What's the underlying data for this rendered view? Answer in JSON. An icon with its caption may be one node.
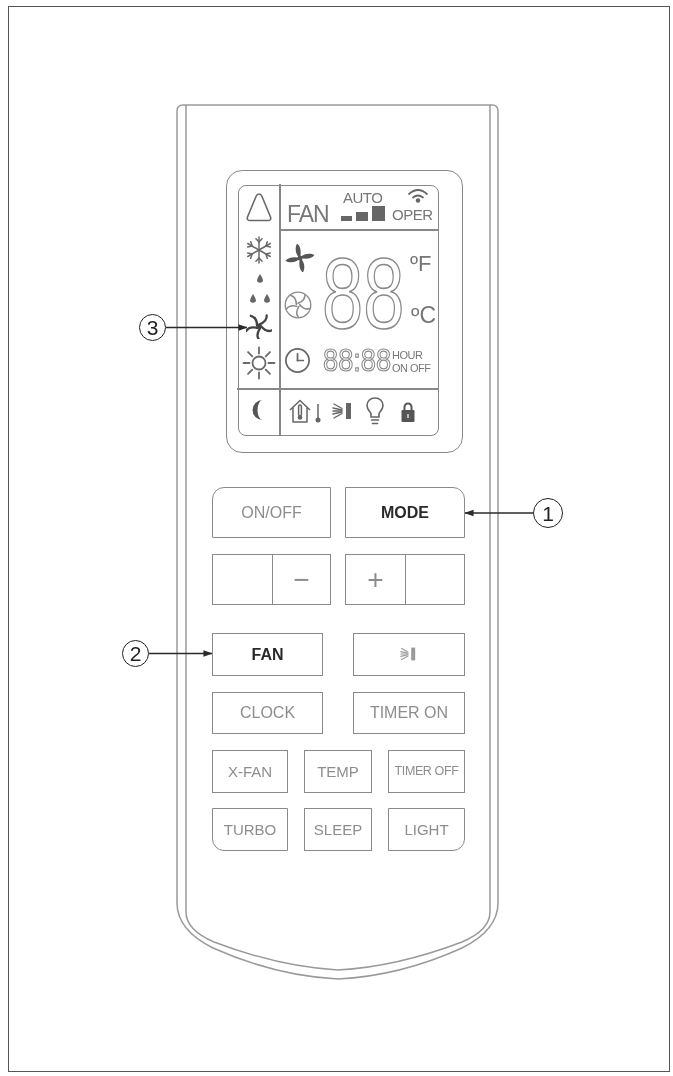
{
  "diagram": {
    "nodes": [
      {
        "text": [
          "FAN",
          "AUTO",
          "OPER",
          "88",
          "ºF",
          "ºC",
          "88:88",
          "HOUR ON OFF"
        ]
      },
      {
        "text": [
          "3"
        ]
      },
      {
        "text": [],
        "shape": "picture",
        "in": 0
      },
      {
        "text": [
          "ON/OFF"
        ]
      },
      {
        "text": [
          "MODE"
        ]
      },
      {
        "text": [
          "1"
        ]
      },
      {
        "text": [],
        "shape": "box"
      },
      {
        "text": [
          "−"
        ]
      },
      {
        "text": [
          "+"
        ]
      },
      {
        "text": [],
        "shape": "box"
      },
      {
        "text": [
          "2"
        ]
      },
      {
        "text": [
          "FAN"
        ]
      },
      {
        "text": [],
        "shape": "box"
      },
      {
        "text": [
          "CLOCK"
        ]
      },
      {
        "text": [
          "TIMER ON"
        ]
      },
      {
        "text": [
          "X-FAN"
        ]
      },
      {
        "text": [
          "TEMP"
        ]
      },
      {
        "text": [
          "TIMER OFF"
        ]
      },
      {
        "text": [
          "TURBO"
        ]
      },
      {
        "text": [
          "SLEEP"
        ]
      },
      {
        "text": [
          "LIGHT"
        ]
      }
    ],
    "edges": [
      {
        "from": 1,
        "to": 2,
        "arrow": "to"
      },
      {
        "from": 5,
        "to": 4,
        "arrow": "to"
      },
      {
        "from": 10,
        "to": 11,
        "arrow": "to"
      }
    ]
  }
}
